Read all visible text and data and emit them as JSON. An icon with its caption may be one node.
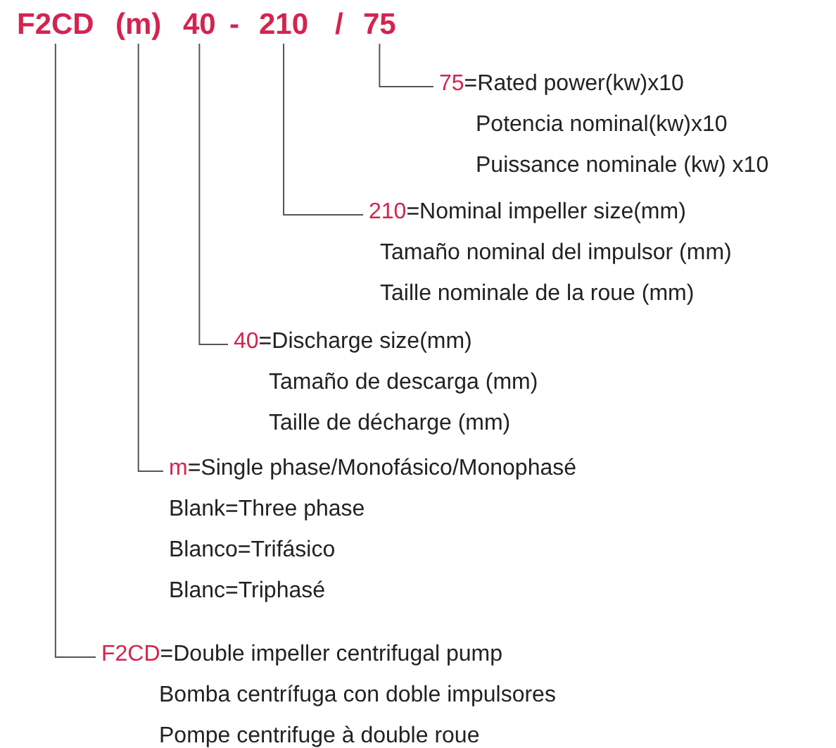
{
  "diagram": {
    "nodes": [
      {
        "text": [
          "F2CD"
        ]
      },
      {
        "text": [
          "(m)"
        ]
      },
      {
        "text": [
          "40"
        ]
      },
      {
        "text": [
          "210"
        ]
      },
      {
        "text": [
          "75"
        ]
      },
      {
        "text": [
          "75=Rated power(kw)x10",
          "Potencia nominal(kw)x10",
          "Puissance nominale (kw) x10"
        ]
      },
      {
        "text": [
          "210=Nominal impeller size(mm)",
          "Tamaño nominal del impulsor (mm)",
          "Taille nominale de la roue (mm)"
        ]
      },
      {
        "text": [
          "40=Discharge size(mm)",
          "Tamaño de descarga (mm)",
          "Taille de décharge (mm)"
        ]
      },
      {
        "text": [
          "m=Single phase/Monofásico/Monophasé",
          "Blank=Three phase",
          "Blanco=Trifásico",
          "Blanc=Triphasé"
        ]
      },
      {
        "text": [
          "F2CD=Double impeller centrifugal pump",
          "Bomba centrífuga con doble impulsores",
          "Pompe centrifuge à double roue"
        ]
      }
    ],
    "edges": [
      {
        "from": 4,
        "to": 5,
        "arrow": "none"
      },
      {
        "from": 3,
        "to": 6,
        "arrow": "none"
      },
      {
        "from": 2,
        "to": 7,
        "arrow": "none"
      },
      {
        "from": 1,
        "to": 8,
        "arrow": "none"
      },
      {
        "from": 0,
        "to": 9,
        "arrow": "none"
      }
    ],
    "labels": [
      "-",
      "/"
    ]
  }
}
